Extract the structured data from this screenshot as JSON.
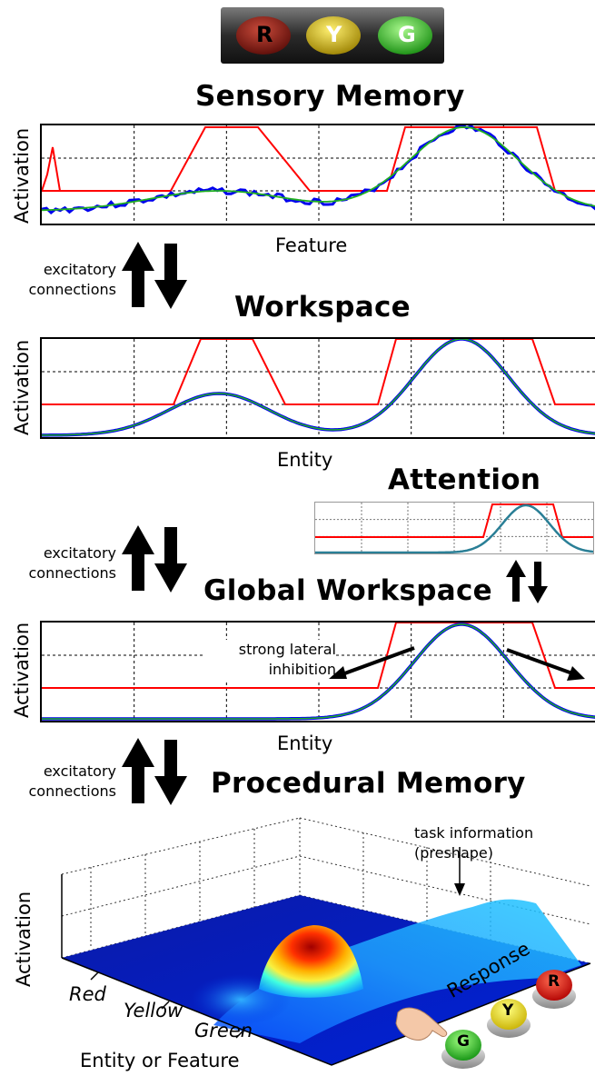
{
  "traffic_light": {
    "lamps": [
      {
        "letter": "R",
        "color": "#d02020"
      },
      {
        "letter": "Y",
        "color": "#e8d020"
      },
      {
        "letter": "G",
        "color": "#30c030"
      }
    ]
  },
  "sections": {
    "sensory_memory": {
      "title": "Sensory Memory",
      "ylabel": "Activation",
      "xlabel": "Feature"
    },
    "workspace": {
      "title": "Workspace",
      "ylabel": "Activation",
      "xlabel": "Entity"
    },
    "attention": {
      "title": "Attention"
    },
    "global_workspace": {
      "title": "Global Workspace",
      "ylabel": "Activation",
      "xlabel": "Entity"
    },
    "procedural_memory": {
      "title": "Procedural Memory"
    }
  },
  "connections": {
    "label_line1": "excitatory",
    "label_line2": "connections"
  },
  "annotations": {
    "lateral_line1": "strong lateral",
    "lateral_line2": "inhibition",
    "task_line1": "task information",
    "task_line2": "(preshape)"
  },
  "surface_plot": {
    "zlabel": "Activation",
    "x_ticks": [
      "Red",
      "Yellow",
      "Green"
    ],
    "xlabel": "Entity or Feature",
    "ylabel": "Response"
  },
  "buttons": [
    {
      "letter": "R",
      "color": "#d02020"
    },
    {
      "letter": "Y",
      "color": "#e0d000"
    },
    {
      "letter": "G",
      "color": "#20b020"
    }
  ],
  "colors": {
    "threshold": "#ff0000",
    "noisy": "#0000ee",
    "smooth": "#20b020",
    "field": "#2a7f96"
  }
}
